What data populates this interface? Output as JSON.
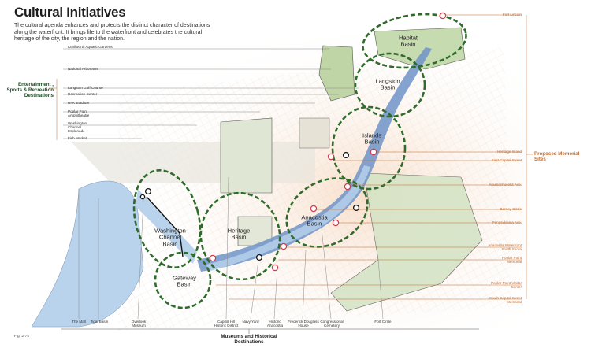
{
  "title": "Cultural Initiatives",
  "intro": "The cultural agenda enhances and protects the distinct character of destinations along the waterfront. It brings life to the waterfront and celebrates the cultural heritage of the city, the region and the nation.",
  "groups": {
    "left": "Entertainment , Sports & Recreation Destinations",
    "right": "Proposed Memorial Sites",
    "bottom": "Museums and Historical Destinations"
  },
  "left_labels": [
    "Kenilworth Aquatic Gardens",
    "National Arboretum",
    "Langston Golf Course",
    "Recreation Center",
    "RFK Stadium",
    "Poplar Point Amphitheatre",
    "Washington Channel Esplanade",
    "Fish Market"
  ],
  "right_labels": [
    "Fort Lincoln",
    "Heritage Island",
    "East Capitol Street",
    "Massachusetts Ave.",
    "Barney Circle",
    "Pennsylvania Ave.",
    "Anacostia Waterfront South Shore",
    "Poplar Point Memorial",
    "Poplar Point Visitor Center",
    "South Capitol Street Memorial"
  ],
  "bottom_labels": [
    "The Mall",
    "Tidal Basin",
    "Overlook Museum",
    "Capitol Hill Historic District",
    "Navy Yard",
    "Historic Anacostia",
    "Frederick Douglass House",
    "Congressional Cemetery",
    "Fort Circle"
  ],
  "basins": [
    "Habitat Basin",
    "Langston Basin",
    "Islands Basin",
    "Anacostia Basin",
    "Heritage Basin",
    "Washington Channel Basin",
    "Gateway Basin"
  ],
  "figure_label": "Fig. 2-74",
  "colors": {
    "water": "#b9d3ec",
    "river_dark": "#6f93c8",
    "land_green": "#c9dcb8",
    "dashed_outline": "#2f6b2a",
    "memorial_marker": "#d23a4a",
    "memorial_line": "#c0692a",
    "building": "#ddd8cc"
  }
}
